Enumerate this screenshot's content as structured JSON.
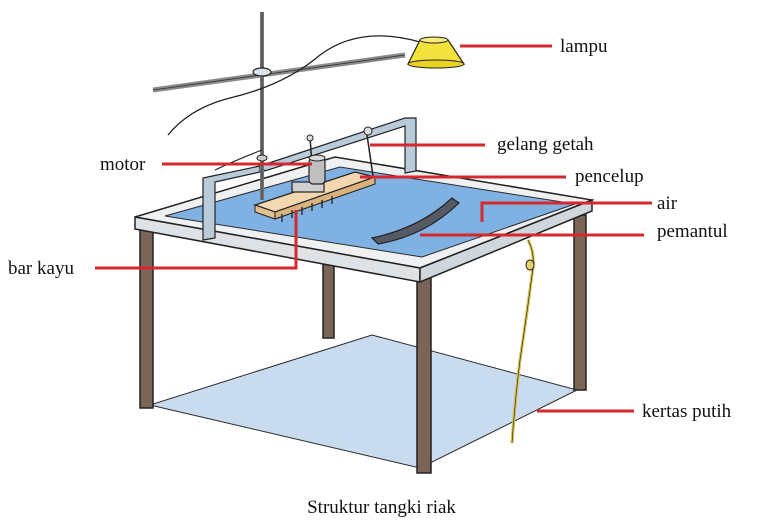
{
  "labels": {
    "lampu": "lampu",
    "gelang_getah": "gelang getah",
    "motor": "motor",
    "pencelup": "pencelup",
    "air": "air",
    "pemantul": "pemantul",
    "bar_kayu": "bar kayu",
    "kertas_putih": "kertas putih"
  },
  "caption": "Struktur tangki riak",
  "colors": {
    "leader_line": "#d6282e",
    "water": "#7fb2e3",
    "paper": "#c9dcef",
    "lamp": "#f4e23c",
    "wood": "#f2d7b0",
    "table_leg": "#7a6556",
    "rubber_band": "#f2e27a"
  }
}
